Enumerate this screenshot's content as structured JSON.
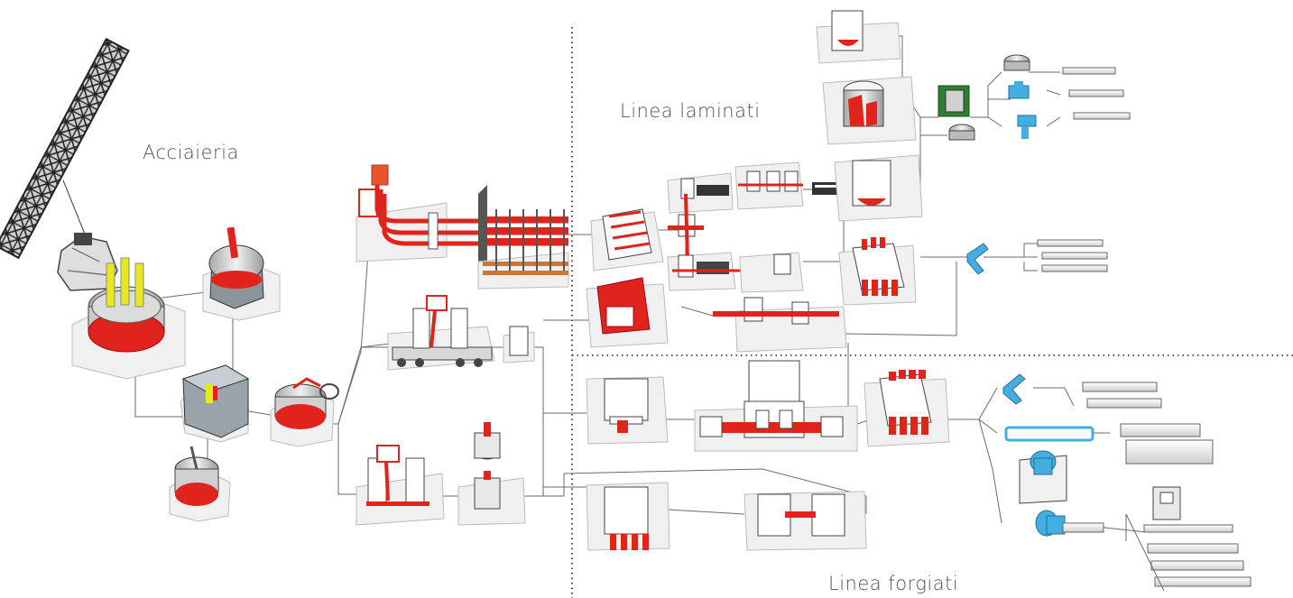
{
  "sections": {
    "steelworks": "Acciaieria",
    "rolling_line": "Linea laminati",
    "forging_line": "Linea forgiati"
  },
  "colors": {
    "accent_red": "#e0241d",
    "steel_gray": "#9aa3aa",
    "highlight_yellow": "#e8e81e",
    "highlight_blue": "#45aee0",
    "highlight_green": "#2e7d32",
    "connector": "#6b6b6b"
  }
}
